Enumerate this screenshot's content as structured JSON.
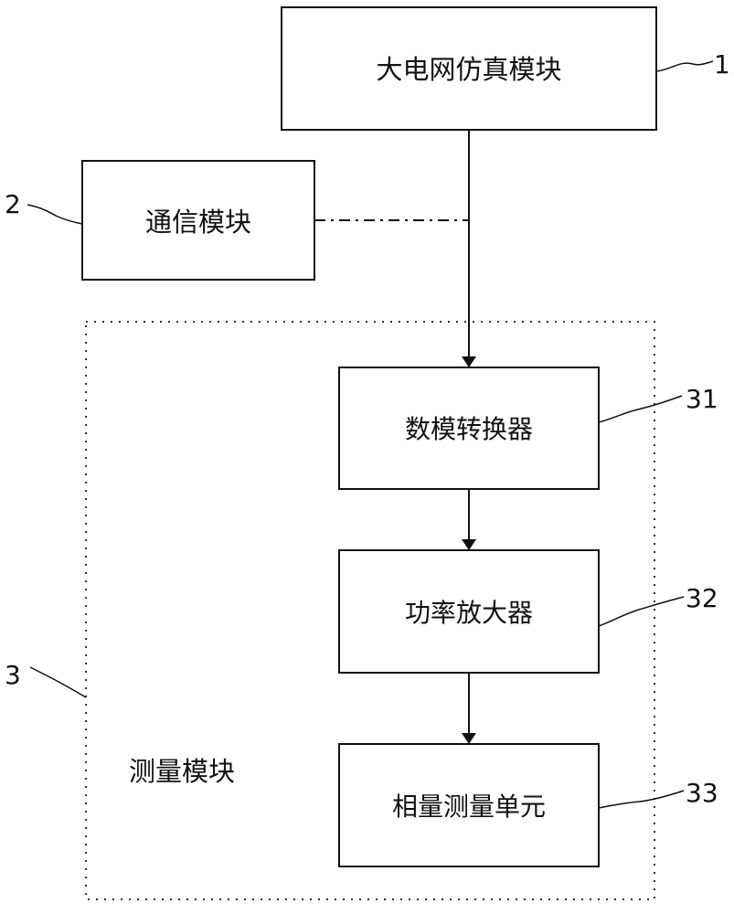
{
  "blocks": {
    "grid_sim": {
      "label": "大电网仿真模块",
      "ref": "1"
    },
    "comm": {
      "label": "通信模块",
      "ref": "2"
    },
    "measure": {
      "label": "测量模块",
      "ref": "3"
    },
    "dac": {
      "label": "数模转换器",
      "ref": "31"
    },
    "amp": {
      "label": "功率放大器",
      "ref": "32"
    },
    "pmu": {
      "label": "相量测量单元",
      "ref": "33"
    }
  }
}
